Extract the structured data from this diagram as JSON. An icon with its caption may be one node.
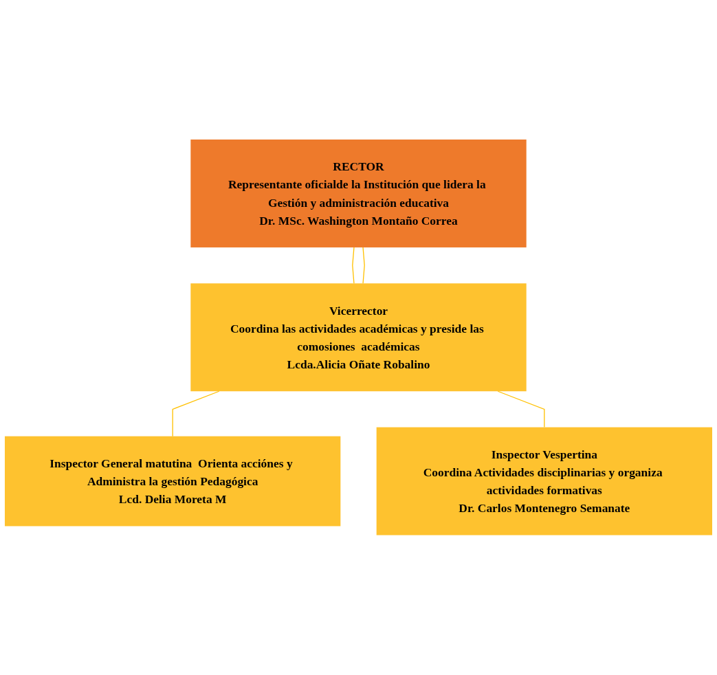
{
  "diagram": {
    "nodes": [
      {
        "text": [
          "RECTOR",
          "Representante oficialde la Institución que lidera la Gestión y administración educativa",
          "Dr. MSc. Washington Montaño Correa"
        ]
      },
      {
        "text": [
          "Vicerrector",
          "Coordina las actividades académicas y preside las comosiones  académicas",
          "Lcda.Alicia Oñate Robalino"
        ]
      },
      {
        "text": [
          "Inspector General matutina  Orienta acciónes y Administra la gestión Pedagógica",
          "Lcd. Delia Moreta M"
        ]
      },
      {
        "text": [
          "Inspector Vespertina",
          "Coordina Actividades disciplinarias y organiza actividades formativas",
          "Dr. Carlos Montenegro Semanate"
        ]
      }
    ],
    "edges": [
      {
        "from": 0,
        "to": 1,
        "arrow": "none"
      },
      {
        "from": 0,
        "to": 1,
        "arrow": "none"
      },
      {
        "from": 1,
        "to": 2,
        "arrow": "none"
      },
      {
        "from": 1,
        "to": 3,
        "arrow": "none"
      }
    ]
  }
}
